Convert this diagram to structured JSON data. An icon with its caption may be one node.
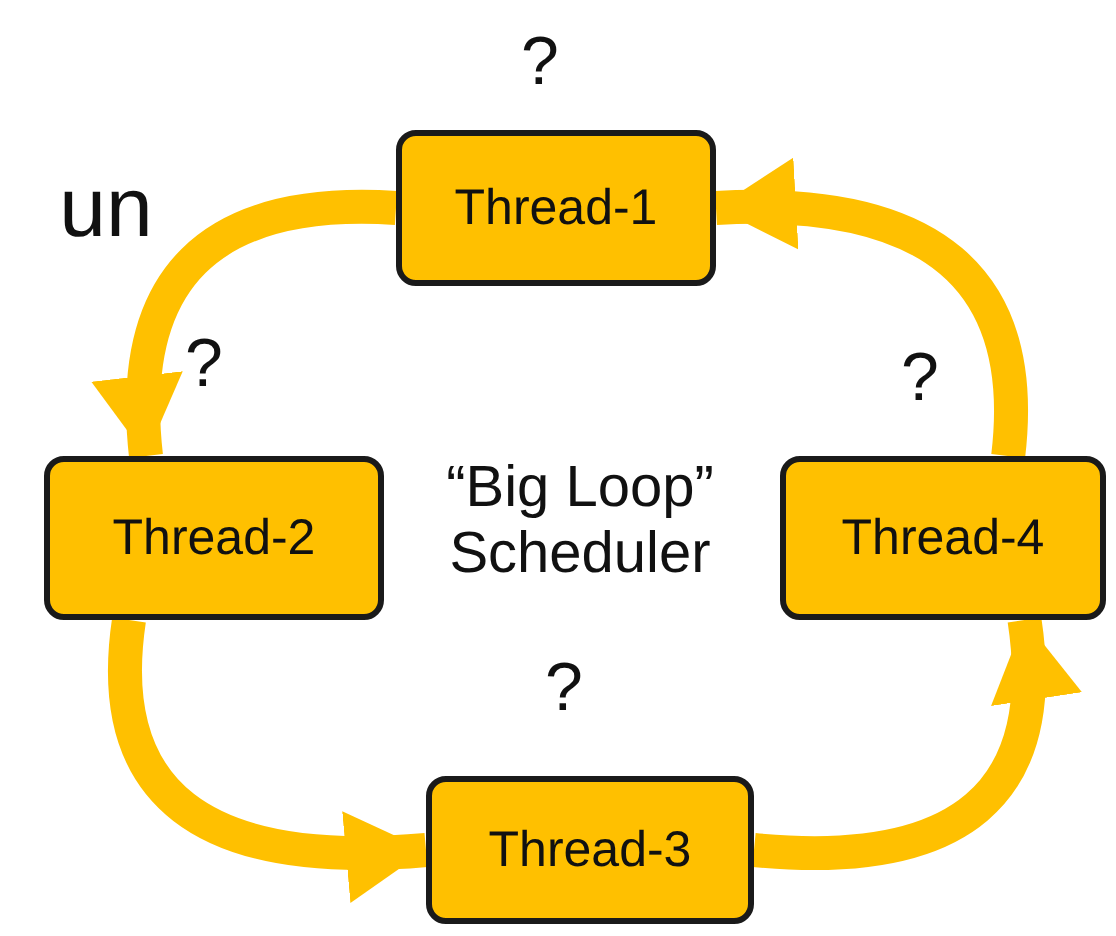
{
  "diagram": {
    "nodes": [
      {
        "text": [
          "Thread-1"
        ]
      },
      {
        "text": [
          "Thread-2"
        ]
      },
      {
        "text": [
          "Thread-3"
        ]
      },
      {
        "text": [
          "Thread-4"
        ]
      }
    ],
    "edges": [
      {
        "from": 0,
        "to": 1,
        "arrow": "to"
      },
      {
        "from": 1,
        "to": 2,
        "arrow": "to"
      },
      {
        "from": 2,
        "to": 3,
        "arrow": "to"
      },
      {
        "from": 3,
        "to": 0,
        "arrow": "to"
      }
    ],
    "labels": [
      "un",
      "?",
      "?",
      "?",
      "“Big Loop” Scheduler",
      "?"
    ]
  }
}
